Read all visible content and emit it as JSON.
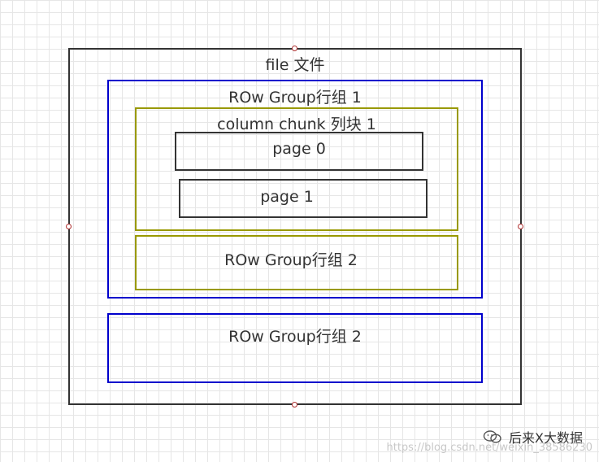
{
  "file": {
    "label": "file 文件"
  },
  "row_group_1": {
    "label": "ROw Group行组 1"
  },
  "column_chunk": {
    "label": "column chunk 列块 1"
  },
  "page_0": {
    "label": "page 0"
  },
  "page_1": {
    "label": "page 1"
  },
  "inner_row_group_2": {
    "label": "ROw Group行组 2"
  },
  "row_group_2": {
    "label": "ROw Group行组 2"
  },
  "watermark": {
    "brand": "后来X大数据",
    "url": "https://blog.csdn.net/weixin_38586230"
  },
  "colors": {
    "file_border": "#333333",
    "row_group_border": "#0000cc",
    "column_chunk_border": "#999900",
    "page_border": "#333333",
    "handle": "#b03030"
  }
}
